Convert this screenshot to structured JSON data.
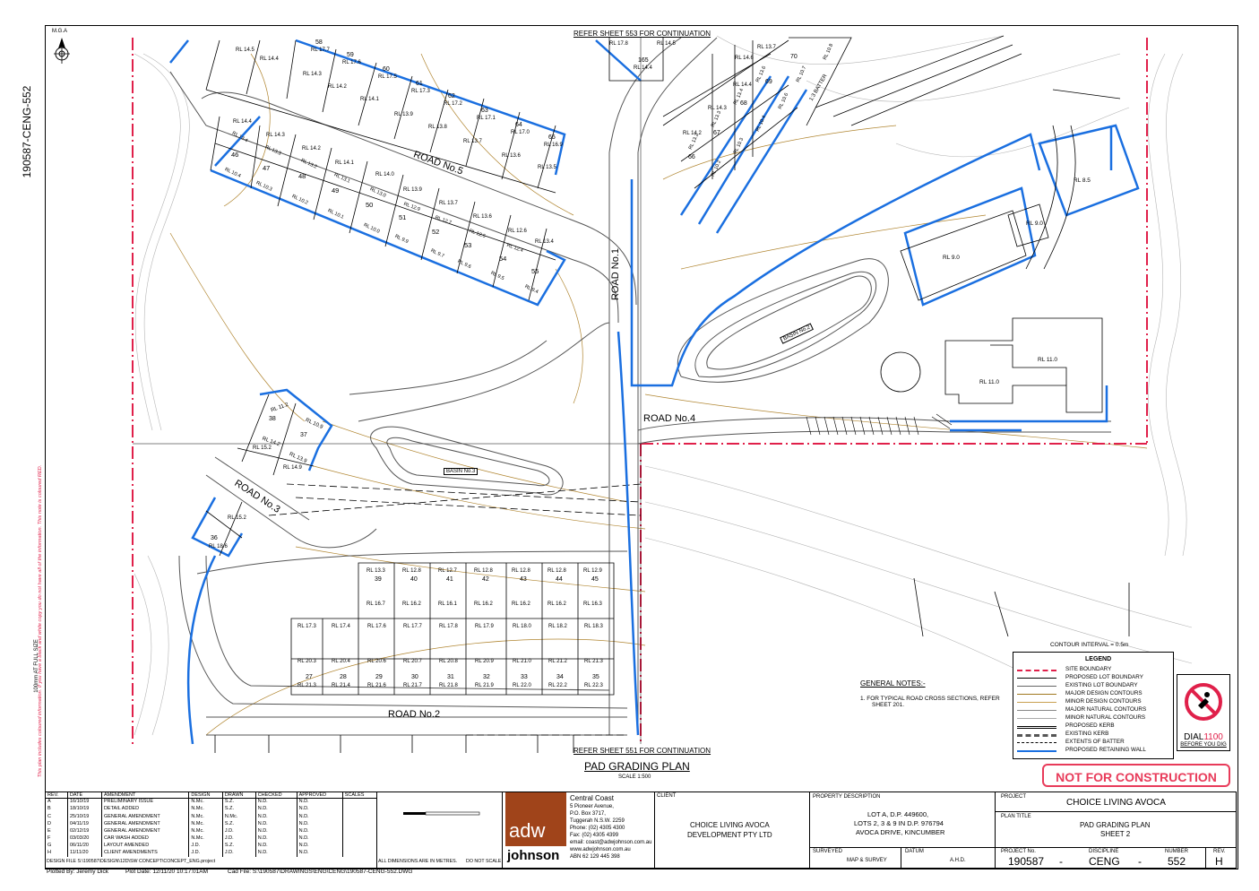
{
  "sheet": {
    "drawing_number_vertical": "190587-CENG-552",
    "north": "M.G.A",
    "refer_top": "REFER SHEET 553 FOR CONTINUATION",
    "refer_bottom": "REFER SHEET 551 FOR CONTINUATION",
    "plan_title": "PAD GRADING PLAN",
    "scale_label": "SCALE 1:500",
    "side_note_size": "100mm AT FULL SIZE",
    "side_note_red": "This plan includes coloured information. If you have a black and white copy you do not have all of the information. This note is coloured RED."
  },
  "roads": {
    "road1": "ROAD No.1",
    "road2": "ROAD No.2",
    "road3": "ROAD No.3",
    "road4": "ROAD No.4",
    "road5": "ROAD No.5",
    "basin2": "BASIN No.2",
    "basin3": "BASIN No.3",
    "batter": "1:3 BATTER"
  },
  "lots_top": [
    {
      "n": "58",
      "rl": "RL 17.7"
    },
    {
      "n": "59",
      "rl": "RL 17.6"
    },
    {
      "n": "60",
      "rl": "RL 17.5"
    },
    {
      "n": "61",
      "rl": "RL 17.3"
    },
    {
      "n": "62",
      "rl": "RL 17.2"
    },
    {
      "n": "63",
      "rl": "RL 17.1"
    },
    {
      "n": "64",
      "rl": "RL 17.0"
    },
    {
      "n": "65",
      "rl": "RL 16.9"
    },
    {
      "n": "165",
      "rl": "RL 14.4"
    }
  ],
  "lots_road5_top_rls": [
    "RL 14.5",
    "RL 14.4",
    "RL 14.3",
    "RL 14.2",
    "RL 14.1",
    "RL 13.9",
    "RL 13.8",
    "RL 13.7",
    "RL 13.6",
    "RL 13.5",
    "RL 17.8",
    "RL 14.5"
  ],
  "lots_road5_south": [
    {
      "n": "46",
      "rl": "RL 14.4"
    },
    {
      "n": "47",
      "rl": "RL 14.3"
    },
    {
      "n": "48",
      "rl": "RL 14.2"
    },
    {
      "n": "49",
      "rl": "RL 14.1"
    },
    {
      "n": "50",
      "rl": "RL 14.0"
    },
    {
      "n": "51",
      "rl": "RL 13.9"
    },
    {
      "n": "52",
      "rl": "RL 13.7"
    },
    {
      "n": "53",
      "rl": "RL 13.6"
    },
    {
      "n": "54",
      "rl": "RL 12.6"
    },
    {
      "n": "55",
      "rl": "RL 13.4"
    }
  ],
  "lots_road5_south_low": [
    "RL 13.4",
    "RL 13.3",
    "RL 13.2",
    "RL 13.1",
    "RL 13.0",
    "RL 12.9",
    "RL 12.7",
    "RL 12.5",
    "RL 12.4",
    "RL 10.4",
    "RL 10.3",
    "RL 10.2",
    "RL 10.1",
    "RL 10.0",
    "RL 9.9",
    "RL 9.7",
    "RL 9.6",
    "RL 9.5",
    "RL 9.4"
  ],
  "lots_east": [
    {
      "n": "66",
      "rl": "RL 14.2"
    },
    {
      "n": "67",
      "rl": "RL 14.3"
    },
    {
      "n": "68",
      "rl": "RL 14.4"
    },
    {
      "n": "69",
      "rl": "RL 14.6"
    },
    {
      "n": "70",
      "rl": "RL 13.7"
    }
  ],
  "lots_east_low": [
    "RL 13.2",
    "RL 13.3",
    "RL 13.4",
    "RL 13.6",
    "RL 10.2",
    "RL 10.3",
    "RL 10.4",
    "RL 10.6",
    "RL 10.7",
    "RL 10.8"
  ],
  "lots_road3": [
    {
      "n": "38",
      "rl": "RL 11.2"
    },
    {
      "n": "37",
      "rl": "RL 10.9"
    },
    {
      "n": "36",
      "rl": "RL 18.6"
    }
  ],
  "lots_road3_extra": [
    "RL 14.2",
    "RL 13.9",
    "RL 15.2",
    "RL 14.9",
    "RL 15.2"
  ],
  "lots_grid_top": [
    {
      "n": "39",
      "rl": "RL 13.3",
      "rl2": "RL 16.7"
    },
    {
      "n": "40",
      "rl": "RL 12.8",
      "rl2": "RL 16.2"
    },
    {
      "n": "41",
      "rl": "RL 12.7",
      "rl2": "RL 16.1"
    },
    {
      "n": "42",
      "rl": "RL 12.8",
      "rl2": "RL 16.2"
    },
    {
      "n": "43",
      "rl": "RL 12.8",
      "rl2": "RL 16.2"
    },
    {
      "n": "44",
      "rl": "RL 12.8",
      "rl2": "RL 16.2"
    },
    {
      "n": "45",
      "rl": "RL 12.9",
      "rl2": "RL 16.3"
    }
  ],
  "lots_grid_mid": [
    "RL 17.3",
    "RL 17.4",
    "RL 17.6",
    "RL 17.7",
    "RL 17.8",
    "RL 17.9",
    "RL 18.0",
    "RL 18.2",
    "RL 18.3"
  ],
  "lots_grid_mid2": [
    "RL 20.3",
    "RL 20.4",
    "RL 20.6",
    "RL 20.7",
    "RL 20.8",
    "RL 20.9",
    "RL 21.0",
    "RL 21.2",
    "RL 21.3"
  ],
  "lots_grid_bottom": [
    {
      "n": "27",
      "rl": "RL 21.3"
    },
    {
      "n": "28",
      "rl": "RL 21.4"
    },
    {
      "n": "29",
      "rl": "RL 21.6"
    },
    {
      "n": "30",
      "rl": "RL 21.7"
    },
    {
      "n": "31",
      "rl": "RL 21.8"
    },
    {
      "n": "32",
      "rl": "RL 21.9"
    },
    {
      "n": "33",
      "rl": "RL 22.0"
    },
    {
      "n": "34",
      "rl": "RL 22.2"
    },
    {
      "n": "35",
      "rl": "RL 22.3"
    }
  ],
  "pads": [
    "RL 9.0",
    "RL 9.0",
    "RL 8.5",
    "RL 11.0",
    "RL 11.0"
  ],
  "legend": {
    "contour_interval": "CONTOUR INTERVAL = 0.5m",
    "title": "LEGEND",
    "items": [
      {
        "label": "SITE BOUNDARY",
        "color": "#e0204a",
        "style": "dashed",
        "w": 2
      },
      {
        "label": "PROPOSED LOT BOUNDARY",
        "color": "#000",
        "style": "solid",
        "w": 1
      },
      {
        "label": "EXISTING LOT BOUNDARY",
        "color": "#666",
        "style": "solid",
        "w": 1
      },
      {
        "label": "MAJOR DESIGN CONTOURS",
        "color": "#a07820",
        "style": "solid",
        "w": 1.5
      },
      {
        "label": "MINOR DESIGN CONTOURS",
        "color": "#c8a050",
        "style": "solid",
        "w": 1
      },
      {
        "label": "MAJOR NATURAL CONTOURS",
        "color": "#888",
        "style": "solid",
        "w": 1.5
      },
      {
        "label": "MINOR NATURAL CONTOURS",
        "color": "#aaa",
        "style": "solid",
        "w": 1
      },
      {
        "label": "PROPOSED KERB",
        "color": "#000",
        "style": "double",
        "w": 3
      },
      {
        "label": "EXISTING KERB",
        "color": "#555",
        "style": "dashed",
        "w": 3
      },
      {
        "label": "EXTENTS OF BATTER",
        "color": "#000",
        "style": "dashed",
        "w": 1
      },
      {
        "label": "PROPOSED RETAINING WALL",
        "color": "#1a6fe0",
        "style": "solid",
        "w": 2.5
      }
    ]
  },
  "notes": {
    "title": "GENERAL NOTES:-",
    "item1": "1.   FOR TYPICAL ROAD CROSS SECTIONS, REFER",
    "item1b": "SHEET 201."
  },
  "not_for_construction": "NOT FOR CONSTRUCTION",
  "dial": {
    "label_a": "DIAL",
    "label_b": "1100",
    "sub": "BEFORE YOU DIG"
  },
  "revisions": {
    "headers": [
      "REV.",
      "DATE",
      "AMENDMENT",
      "DESIGN",
      "DRAWN",
      "CHECKED",
      "APPROVED",
      "SCALES"
    ],
    "rows": [
      [
        "A",
        "16/10/19",
        "PRELIMINARY ISSUE",
        "N.Mc.",
        "S.Z.",
        "N.D.",
        "N.D."
      ],
      [
        "B",
        "18/10/19",
        "DETAIL ADDED",
        "N.Mc.",
        "S.Z.",
        "N.D.",
        "N.D."
      ],
      [
        "C",
        "25/10/19",
        "GENERAL AMENDMENT",
        "N.Mc.",
        "N.Mc.",
        "N.D.",
        "N.D."
      ],
      [
        "D",
        "04/11/19",
        "GENERAL AMENDMENT",
        "N.Mc.",
        "S.Z.",
        "N.D.",
        "N.D."
      ],
      [
        "E",
        "02/12/19",
        "GENERAL AMENDMENT",
        "N.Mc.",
        "J.D.",
        "N.D.",
        "N.D."
      ],
      [
        "F",
        "03/03/20",
        "CAR WASH ADDED",
        "N.Mc.",
        "J.D.",
        "N.D.",
        "N.D."
      ],
      [
        "G",
        "06/11/20",
        "LAYOUT AMENDED",
        "J.D.",
        "S.Z.",
        "N.D.",
        "N.D."
      ],
      [
        "H",
        "11/11/20",
        "CLIENT AMENDMENTS",
        "J.D.",
        "J.D.",
        "N.D.",
        "N.D."
      ]
    ],
    "design_file": "DESIGN FILE  S:\\190587\\DESIGN\\12D\\SW CONCEPT\\CONCEPT_ENG.project",
    "dims": "ALL DIMENSIONS ARE IN METRES.",
    "do_not_scale": "DO NOT SCALE"
  },
  "company": {
    "logo_a": "adw",
    "logo_b": "johnson",
    "office": "Central Coast",
    "addr1": "5 Pioneer Avenue,",
    "addr2": "P.O. Box 3717,",
    "addr3": "Tuggerah N.S.W. 2259",
    "phone": "Phone: (02) 4305 4300",
    "fax": "Fax:    (02) 4305 4399",
    "email": "email: coast@adwjohnson.com.au",
    "web": "www.adwjohnson.com.au",
    "abn": "ABN   62 129 445 398"
  },
  "client": {
    "label": "CLIENT",
    "line1": "CHOICE LIVING AVOCA",
    "line2": "DEVELOPMENT PTY LTD"
  },
  "property": {
    "label": "PROPERTY DESCRIPTION",
    "line1": "LOT A, D.P. 449600,",
    "line2": "LOTS 2, 3 & 9 IN D.P. 976794",
    "line3": "AVOCA DRIVE, KINCUMBER",
    "surveyed_label": "SURVEYED",
    "surveyed": "MAP & SURVEY",
    "datum_label": "DATUM",
    "datum": "A.H.D."
  },
  "project": {
    "label": "PROJECT",
    "name": "CHOICE LIVING AVOCA",
    "plan_title_label": "PLAN TITLE",
    "plan_title1": "PAD GRADING PLAN",
    "plan_title2": "SHEET 2",
    "projno_label": "PROJECT No.",
    "projno": "190587",
    "discipline_label": "DISCIPLINE",
    "discipline": "CENG",
    "number_label": "NUMBER",
    "number": "552",
    "rev_label": "REV.",
    "rev": "H",
    "dash": "-"
  },
  "plot": {
    "plotted_by": "Plotted By:  Jeremy Dick",
    "plot_date": "Plot Date:  12/11/20  10:17:01AM",
    "cad_file": "Cad File:  S:\\190587\\DRAWINGS\\ENG\\CENG\\190587-CENG-552.DWG"
  }
}
